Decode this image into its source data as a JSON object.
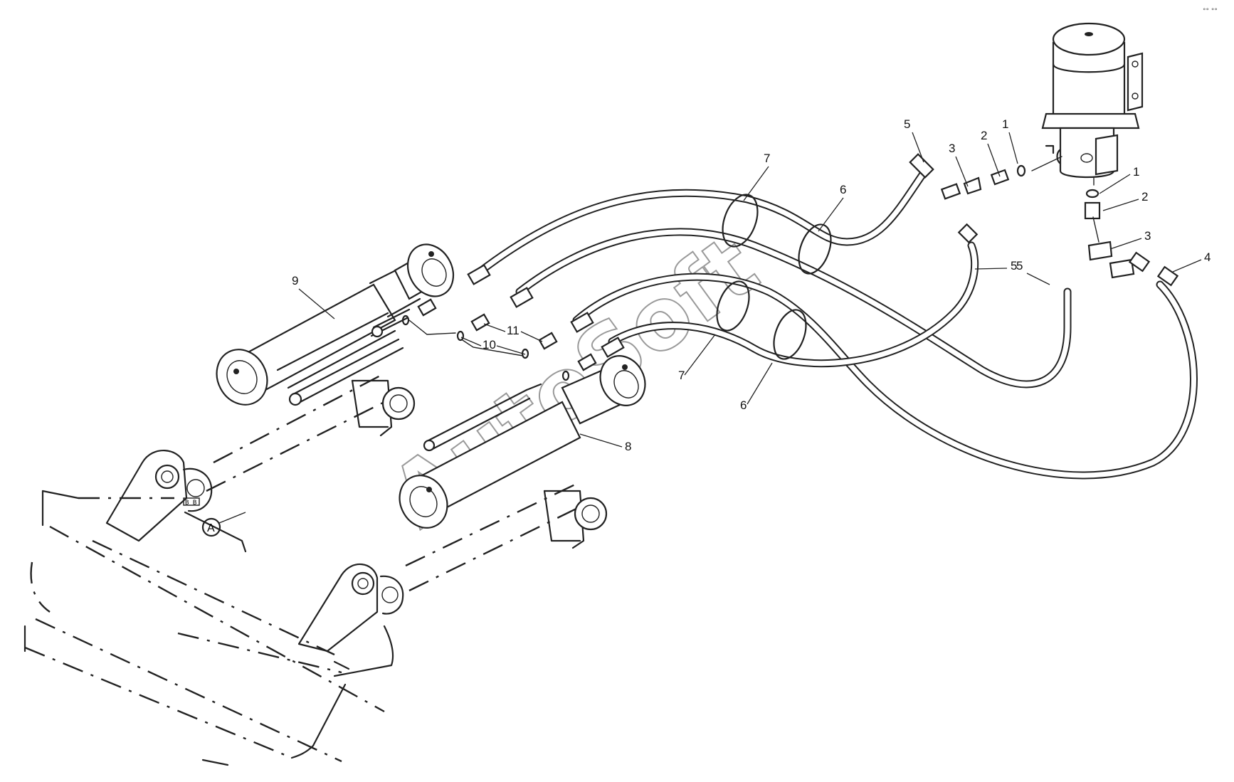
{
  "watermark": "AutoSoft",
  "corner_mark": "°° °°",
  "view_label": "A",
  "callouts": {
    "c1a": "1",
    "c1b": "1",
    "c2a": "2",
    "c2b": "2",
    "c3a": "3",
    "c3b": "3",
    "c4": "4",
    "c5a": "5",
    "c5b": "5",
    "c5c": "5",
    "c6a": "6",
    "c6b": "6",
    "c7a": "7",
    "c7b": "7",
    "c8": "8",
    "c9": "9",
    "c10": "10",
    "c11": "11"
  },
  "colors": {
    "line": "#222222",
    "watermark": "#9a9a9a",
    "background": "#ffffff"
  }
}
